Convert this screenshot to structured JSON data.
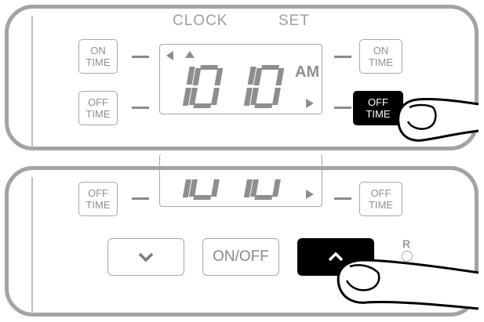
{
  "top_panel": {
    "header_left": "CLOCK",
    "header_right": "SET",
    "left_buttons": [
      {
        "line1": "ON",
        "line2": "TIME"
      },
      {
        "line1": "OFF",
        "line2": "TIME"
      }
    ],
    "right_buttons": [
      {
        "line1": "ON",
        "line2": "TIME"
      },
      {
        "line1": "OFF",
        "line2": "TIME",
        "pressed": true
      }
    ],
    "display": {
      "hours": "10",
      "minutes": "10",
      "meridiem": "AM"
    }
  },
  "bottom_panel": {
    "left_button": {
      "line1": "OFF",
      "line2": "TIME"
    },
    "right_button": {
      "line1": "OFF",
      "line2": "TIME"
    },
    "down_button_icon": "chevron-down-icon",
    "on_off_label": "ON/OFF",
    "up_button_icon": "chevron-up-icon",
    "reset_label": "R"
  },
  "colors": {
    "outline": "#a3a3a3",
    "segment": "#8e8e8e",
    "pressed": "#000000"
  }
}
